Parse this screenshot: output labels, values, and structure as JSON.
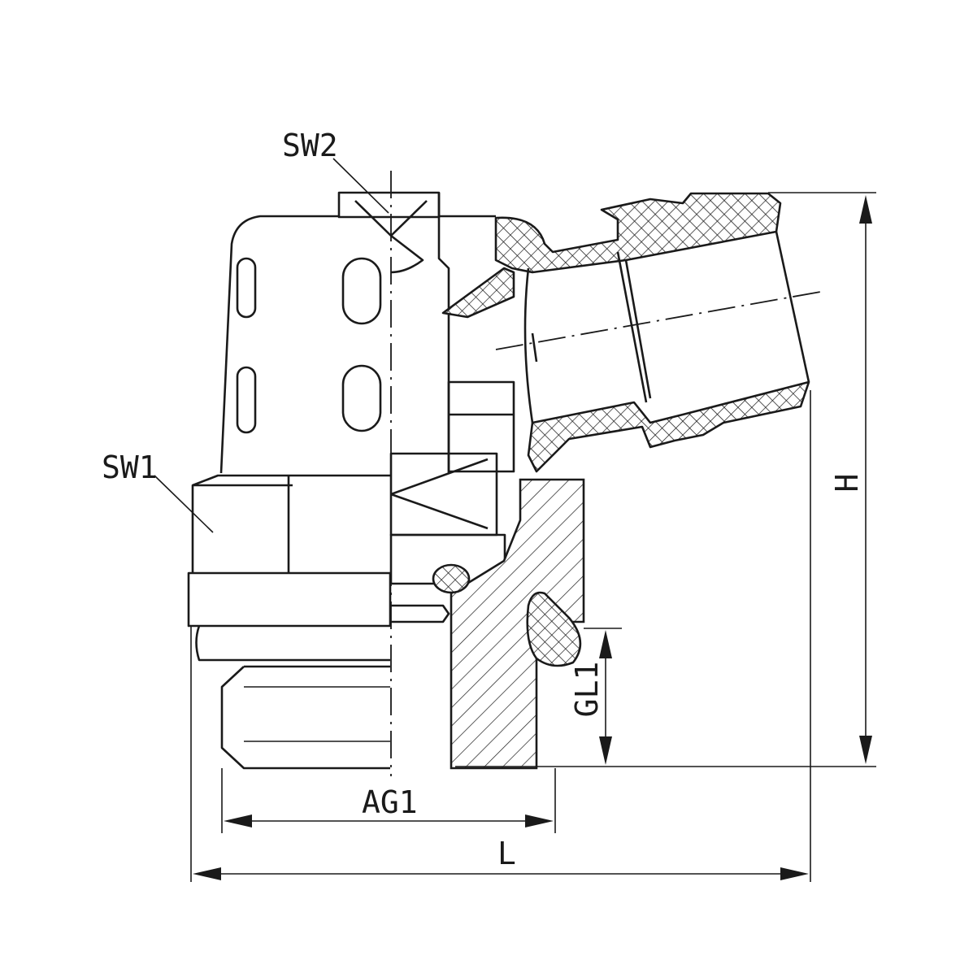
{
  "drawing": {
    "labels": {
      "sw2": "SW2",
      "sw1": "SW1",
      "ag1": "AG1",
      "l": "L",
      "h": "H",
      "gl1": "GL1"
    },
    "colors": {
      "line": "#1a1a1a",
      "background": "#ffffff"
    }
  }
}
